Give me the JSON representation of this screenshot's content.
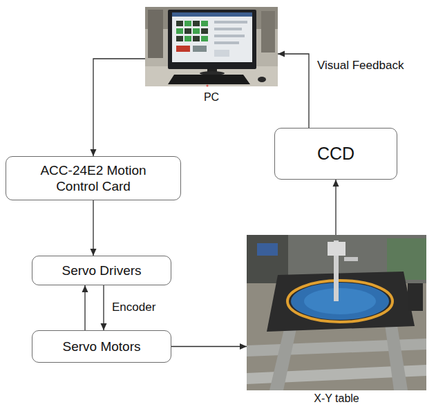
{
  "diagram": {
    "nodes": [
      {
        "text": [
          "PC"
        ]
      },
      {
        "text": [
          "ACC-24E2 Motion Control Card"
        ]
      },
      {
        "text": [
          "CCD"
        ]
      },
      {
        "text": [
          "Servo Drivers"
        ]
      },
      {
        "text": [
          "Servo Motors"
        ]
      },
      {
        "text": [
          "X-Y table"
        ]
      }
    ],
    "edges": [
      {
        "from": 0,
        "to": 1,
        "arrow": "to"
      },
      {
        "from": 1,
        "to": 3,
        "arrow": "to"
      },
      {
        "from": 4,
        "to": 3,
        "arrow": "to"
      },
      {
        "from": 3,
        "to": 4,
        "arrow": "to",
        "label": "Encoder"
      },
      {
        "from": 4,
        "to": 5,
        "arrow": "to"
      },
      {
        "from": 5,
        "to": 2,
        "arrow": "to"
      },
      {
        "from": 2,
        "to": 0,
        "arrow": "to",
        "label": "Visual Feedback"
      }
    ]
  }
}
